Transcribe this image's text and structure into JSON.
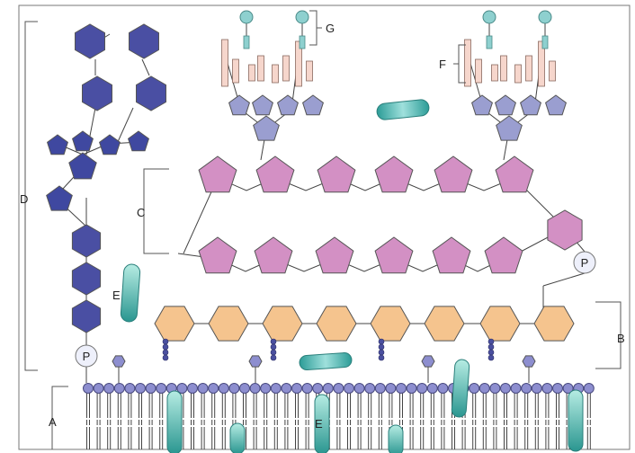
{
  "labels": {
    "A": "A",
    "B": "B",
    "C": "C",
    "D": "D",
    "E_upper": "E",
    "E_lower": "E",
    "F": "F",
    "G": "G",
    "P_left": "P",
    "P_right": "P"
  },
  "colors": {
    "blue_hexagon": "#4a4fa3",
    "blue_pentagon": "#3f48a0",
    "light_pentagon": "#9a9ed0",
    "pink_pentagon": "#d390c4",
    "orange_hexagon": "#f5c48e",
    "teal": "#8ed0cf",
    "pink_bar": "#f6d6cc",
    "membrane_head": "#8d8ecf",
    "membrane_dark": "#33345e"
  }
}
